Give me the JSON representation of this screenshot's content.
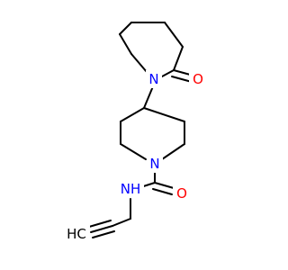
{
  "molecule": {
    "colors": {
      "carbon_bond": "#000000",
      "nitrogen": "#0000ff",
      "oxygen": "#ff0000",
      "background": "#ffffff"
    },
    "labels": {
      "ketone_oxygen": "O",
      "piperidinone_nitrogen": "N",
      "piperidine_nitrogen": "N",
      "amide_oxygen": "O",
      "amide_nh": "NH",
      "alkyne_ch": "HC"
    }
  }
}
